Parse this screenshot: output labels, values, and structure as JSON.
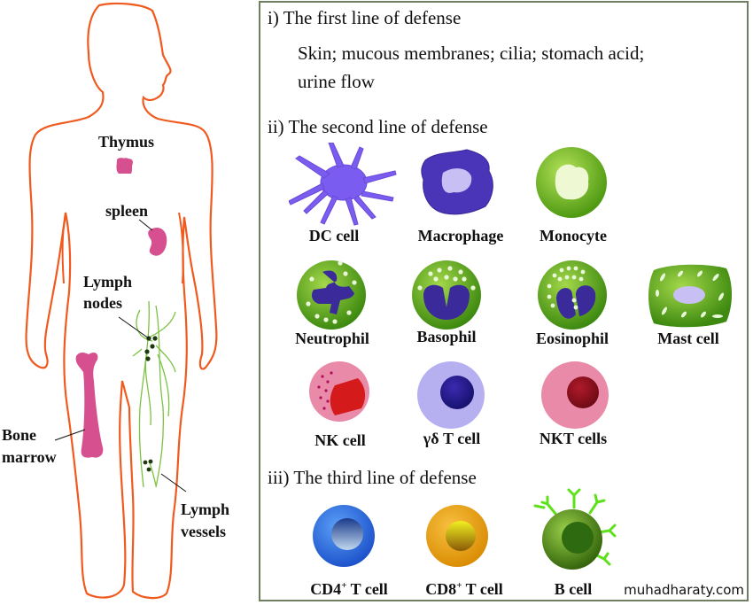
{
  "body_figure": {
    "labels": {
      "thymus": "Thymus",
      "spleen": "spleen",
      "lymph_nodes_1": "Lymph",
      "lymph_nodes_2": "nodes",
      "bone_marrow_1": "Bone",
      "bone_marrow_2": "marrow",
      "lymph_vessels_1": "Lymph",
      "lymph_vessels_2": "vessels"
    },
    "colors": {
      "outline": "#f05a1e",
      "organ": "#d6508f",
      "lymph": "#7cc242"
    }
  },
  "panel": {
    "first_line": {
      "heading": "i) The first line of defense",
      "text_line1": "Skin; mucous membranes; cilia; stomach acid;",
      "text_line2": "urine flow"
    },
    "second_line": {
      "heading": "ii) The second line of defense",
      "cells": [
        "DC cell",
        "Macrophage",
        "Monocyte",
        "Neutrophil",
        "Basophil",
        "Eosinophil",
        "Mast cell",
        "NK cell",
        "γδ T cell",
        "NKT cells"
      ]
    },
    "third_line": {
      "heading": "iii) The third line of defense",
      "cd4_prefix": "CD4",
      "cd8_prefix": "CD8",
      "sup": "+",
      "t_cell_suffix": " T cell",
      "b_cell": "B cell"
    }
  },
  "watermark": "muhadharaty.com"
}
